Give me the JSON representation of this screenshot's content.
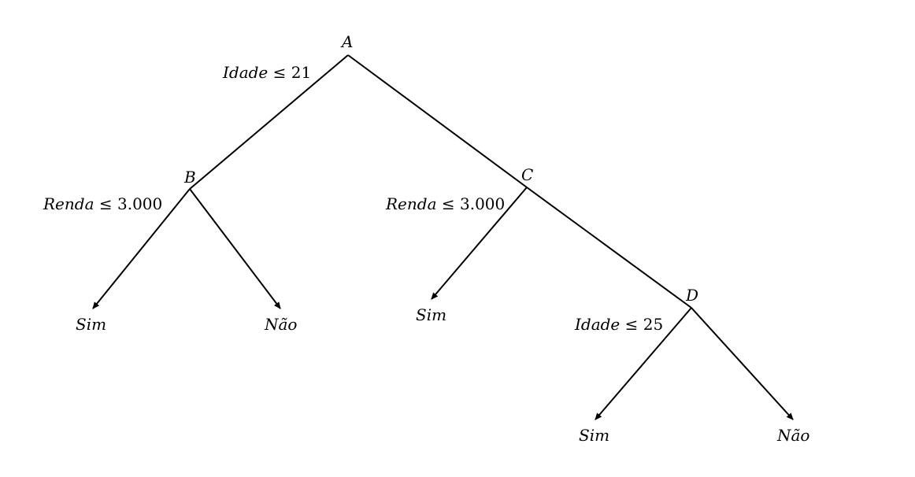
{
  "nodes": {
    "A": "A",
    "B": "B",
    "C": "C",
    "D": "D"
  },
  "conditions": {
    "A": {
      "var": "Idade",
      "op": "≤",
      "val": "21"
    },
    "B": {
      "var": "Renda",
      "op": "≤",
      "val": "3.000"
    },
    "C": {
      "var": "Renda",
      "op": "≤",
      "val": "3.000"
    },
    "D": {
      "var": "Idade",
      "op": "≤",
      "val": "25"
    }
  },
  "leaves": {
    "B_left": "Sim",
    "B_right": "Não",
    "C_left": "Sim",
    "D_left": "Sim",
    "D_right": "Não"
  }
}
